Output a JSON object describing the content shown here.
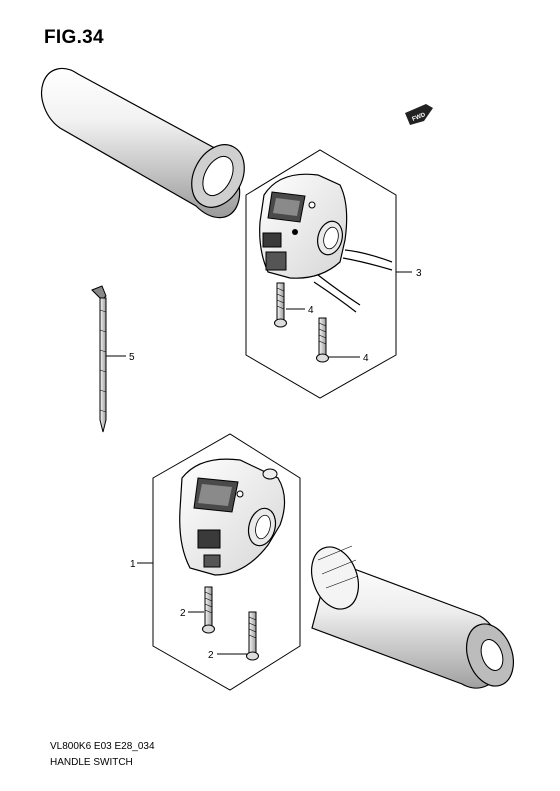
{
  "figure": {
    "title": "FIG.34",
    "model_code": "VL800K6 E03 E28_034",
    "caption": "HANDLE SWITCH"
  },
  "badge": {
    "text": "FWD"
  },
  "callouts": [
    "1",
    "2",
    "2",
    "3",
    "4",
    "4",
    "5"
  ]
}
